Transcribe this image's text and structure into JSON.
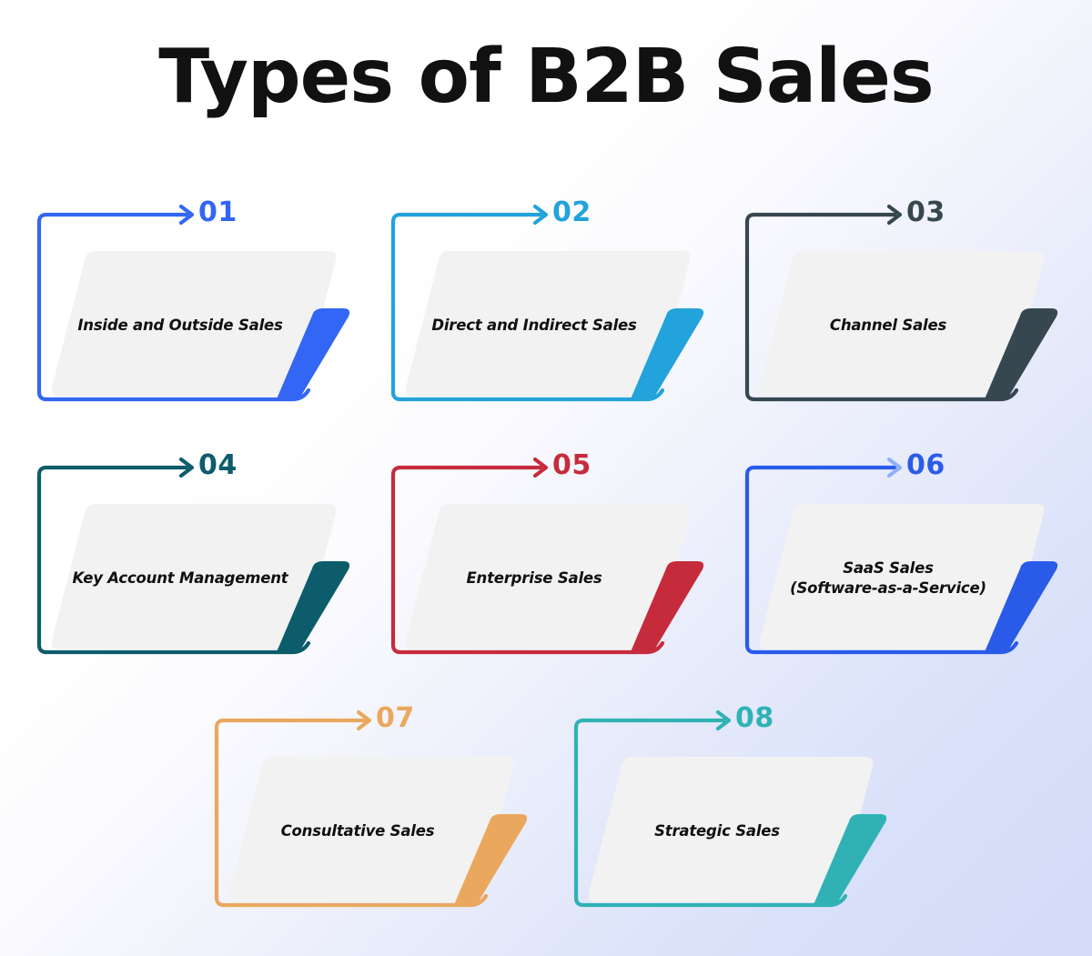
{
  "header": {
    "title": "Types of B2B Sales"
  },
  "theme": {
    "background_from": "#ffffff",
    "background_to": "#d3dbf8",
    "card_fill": "#f2f2f2",
    "label_color": "#101010"
  },
  "cards": [
    {
      "number": "01",
      "lines": [
        "Inside and Outside Sales"
      ],
      "color": "#3366f5",
      "arrow_color": "#3366f5"
    },
    {
      "number": "02",
      "lines": [
        "Direct and Indirect Sales"
      ],
      "color": "#22a3db",
      "arrow_color": "#22a3db"
    },
    {
      "number": "03",
      "lines": [
        "Channel Sales"
      ],
      "color": "#37474f",
      "arrow_color": "#37474f"
    },
    {
      "number": "04",
      "lines": [
        "Key Account Management"
      ],
      "color": "#0d5c6b",
      "arrow_color": "#0d5c6b"
    },
    {
      "number": "05",
      "lines": [
        "Enterprise Sales"
      ],
      "color": "#c62b3c",
      "arrow_color": "#c62b3c"
    },
    {
      "number": "06",
      "lines": [
        "SaaS Sales",
        "(Software-as-a-Service)"
      ],
      "color": "#2a5be8",
      "arrow_color": "#8fb0f4"
    },
    {
      "number": "07",
      "lines": [
        "Consultative Sales"
      ],
      "color": "#eaa85e",
      "arrow_color": "#eaa85e"
    },
    {
      "number": "08",
      "lines": [
        "Strategic Sales"
      ],
      "color": "#30b2b5",
      "arrow_color": "#30b2b5"
    }
  ]
}
